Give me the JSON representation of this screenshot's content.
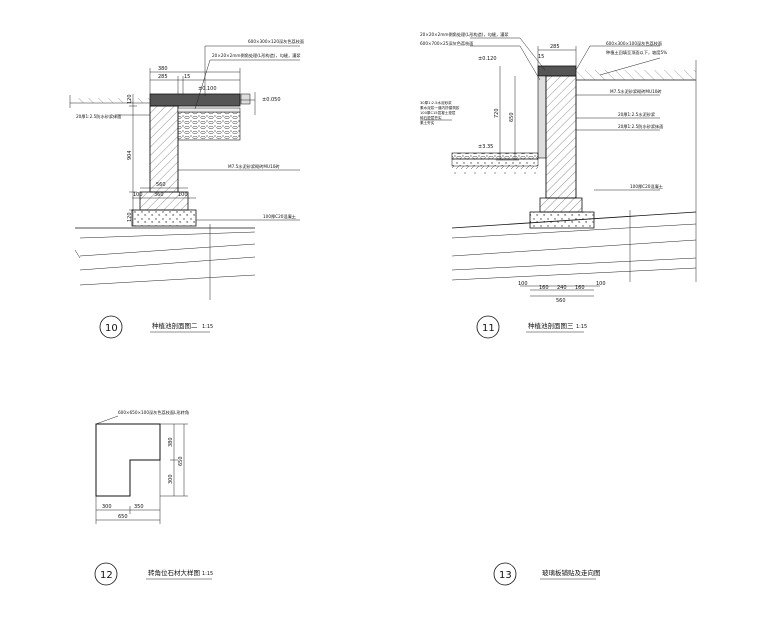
{
  "drawing_10": {
    "number": "10",
    "title": "种植池剖面图二",
    "scale": "1:15",
    "callouts": {
      "cap_stone": "600×300×120深灰色荔枝面",
      "joint": "20×20×2mm倒角处理(L形构造)，勾缝，灌浆",
      "waterproof": "20厚1:2.5防水砂浆抹面",
      "wall": "M7.5水泥砂浆砌砖MU10砖",
      "footing": "100厚C20混凝土"
    },
    "dims_top": [
      "380",
      "285",
      "15"
    ],
    "dims_side": [
      "120",
      "904",
      "120"
    ],
    "dims_bottom": [
      "560",
      "100",
      "360",
      "100"
    ],
    "levels": [
      "±0.100",
      "±0.050"
    ]
  },
  "drawing_11": {
    "number": "11",
    "title": "种植池剖面图三",
    "scale": "1:15",
    "callouts": {
      "joint": "20×20×2mm倒角处理(L形构造)，勾缝，灌浆",
      "facing": "600×700×25深灰色荔枝面",
      "cap_stone": "600×300×100深灰色荔枝面",
      "planting": "种植土回填至顶面以下，坡度5%",
      "wall": "M7.5水泥砂浆砌砖MU10砖",
      "plaster1": "20厚1:2.5水泥砂浆",
      "plaster2": "20厚1:2.5防水砂浆抹面",
      "footing": "100厚C20混凝土",
      "notes_left": [
        "30厚1:2.5水泥砂浆",
        "素水泥浆一道内掺建筑胶",
        "100厚C15混凝土垫层",
        "碎石垫层夯实",
        "素土夯实"
      ]
    },
    "dims_top": [
      "285",
      "15"
    ],
    "dims_side": [
      "720",
      "650"
    ],
    "dims_bottom": [
      "100",
      "160",
      "240",
      "160",
      "100",
      "560"
    ],
    "levels": [
      "±0.120",
      "±3.35"
    ]
  },
  "drawing_12": {
    "number": "12",
    "title": "转角位石材大样图",
    "scale": "1:15",
    "callout": "600×650×100深灰色荔枝面L形转角",
    "dims_right": [
      "380",
      "300",
      "650"
    ],
    "dims_bottom": [
      "300",
      "350",
      "650"
    ]
  },
  "drawing_13": {
    "number": "13",
    "title": "玻璃板铺贴及走向图"
  },
  "colors": {
    "ink": "#111111",
    "paper": "#ffffff"
  }
}
